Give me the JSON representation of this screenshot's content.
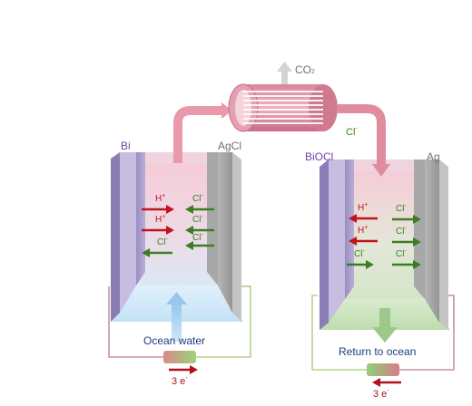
{
  "diagram": {
    "co2_label": "CO",
    "co2_sub": "2",
    "left_cell": {
      "anode_label": "Bi",
      "cathode_label": "AgCl",
      "inlet_label": "Ocean water",
      "ion_h": "H",
      "ion_cl": "Cl",
      "sup_plus": "+",
      "sup_minus": "-",
      "electron_label": "3 e",
      "electron_sup": "-"
    },
    "right_cell": {
      "anode_label": "BiOCl",
      "cathode_label": "Ag",
      "pipe_ion_label": "Cl",
      "outlet_label": "Return to ocean",
      "ion_h": "H",
      "ion_cl": "Cl",
      "sup_plus": "+",
      "sup_minus": "-",
      "electron_label": "3 e",
      "electron_sup": "-"
    },
    "colors": {
      "h_ion": "#c0141c",
      "cl_ion": "#3d7d22",
      "bi_electrode": "#a79bc9",
      "ag_electrode": "#a9a9a9",
      "pipe": "#e08c9c",
      "wire_left_top": "#b3d48c",
      "wire_right": "#c98fa6"
    }
  }
}
